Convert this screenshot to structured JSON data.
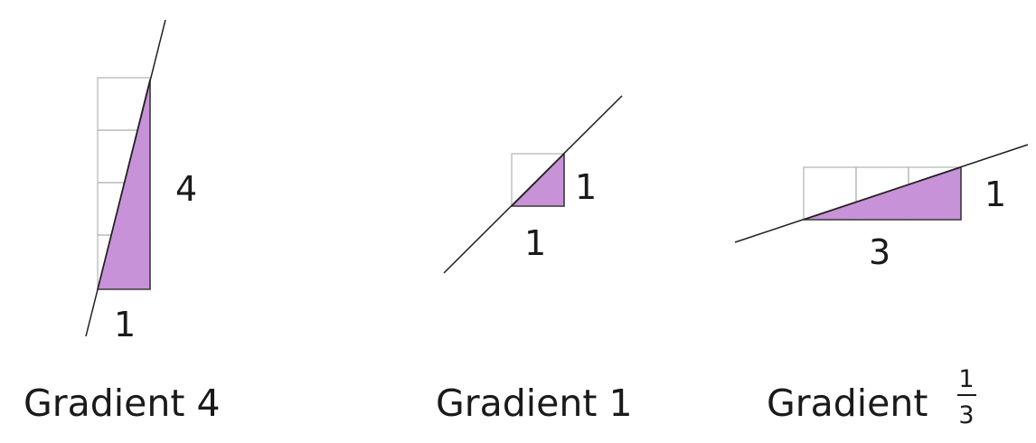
{
  "diagrams": [
    {
      "rise_label": "4",
      "run_label": "1",
      "caption": "Gradient 4"
    },
    {
      "rise_label": "1",
      "run_label": "1",
      "caption": "Gradient 1"
    },
    {
      "rise_label": "1",
      "run_label": "3",
      "caption": "Gradient",
      "caption_fraction": {
        "numerator": "1",
        "denominator": "3"
      }
    }
  ],
  "colors": {
    "triangle_fill": "#c792d8",
    "grid_line": "#b8b8b8",
    "line": "#1f1f1f"
  }
}
